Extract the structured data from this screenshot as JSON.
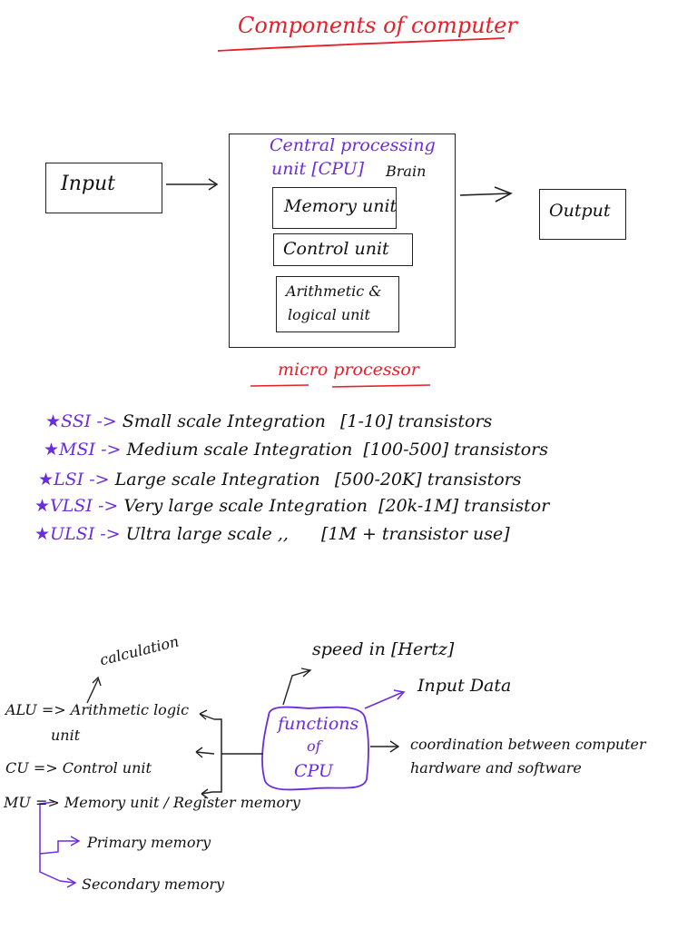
{
  "title": "Components of computer",
  "diagram": {
    "input": "Input",
    "cpu_title_line1": "Central processing",
    "cpu_title_line2": "unit [CPU]",
    "cpu_brain": "Brain",
    "memory_unit": "Memory unit",
    "control_unit": "Control unit",
    "alu_line1": "Arithmetic &",
    "alu_line2": "logical unit",
    "output": "Output",
    "micro_processor": "micro processor"
  },
  "integration": [
    {
      "star": "★",
      "abbr": "SSI",
      "arrow": "->",
      "name": "Small  scale  Integration",
      "range": "[1-10]  transistors"
    },
    {
      "star": "★",
      "abbr": "MSI",
      "arrow": "->",
      "name": "Medium  scale  Integration",
      "range": "[100-500] transistors"
    },
    {
      "star": "★",
      "abbr": "LSI",
      "arrow": "->",
      "name": "Large  scale  Integration",
      "range": "[500-20K] transistors"
    },
    {
      "star": "★",
      "abbr": "VLSI",
      "arrow": "->",
      "name": "Very  large  scale  Integration",
      "range": "[20k-1M] transistor"
    },
    {
      "star": "★",
      "abbr": "ULSI",
      "arrow": "->",
      "name": "Ultra  large  scale   ,,",
      "range": "[1M + transistor use]"
    }
  ],
  "functions": {
    "center_line1": "functions",
    "center_line2": "of",
    "center_line3": "CPU",
    "calculation": "calculation",
    "alu_line1": "ALU => Arithmetic logic",
    "alu_line2": "unit",
    "cu": "CU => Control unit",
    "mu": "MU => Memory unit / Register memory",
    "primary": "Primary memory",
    "secondary": "Secondary memory",
    "speed": "speed in [Hertz]",
    "input_data": "Input Data",
    "coord_line1": "coordination between computer",
    "coord_line2": "hardware and software"
  },
  "colors": {
    "red": "#e5202a",
    "purple": "#6b2ce0",
    "ink": "#111111"
  }
}
